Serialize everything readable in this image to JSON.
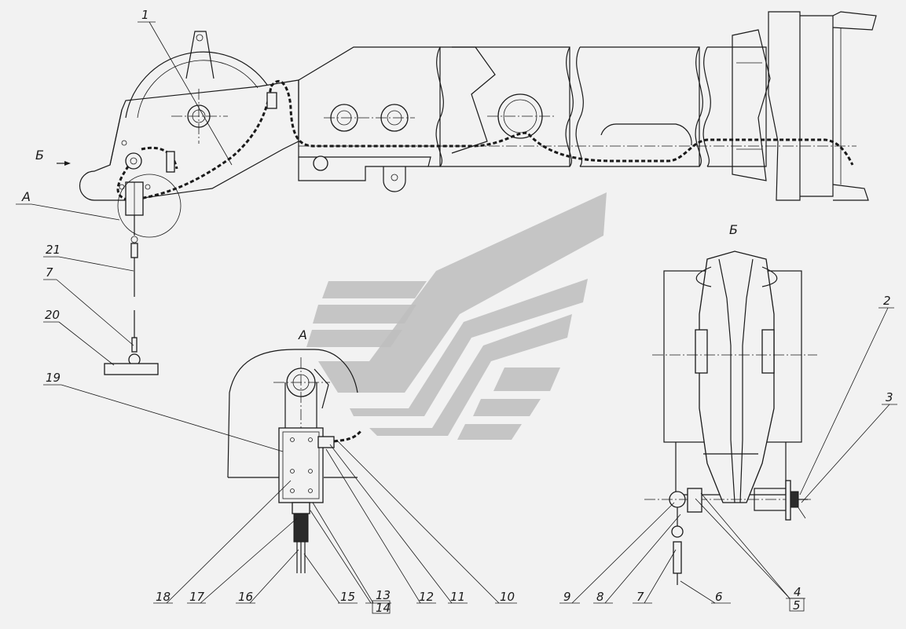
{
  "views": {
    "view_b_arrow": "Б",
    "view_a_callout": "А",
    "view_a_title": "А",
    "view_b_title": "Б"
  },
  "callouts": {
    "c1": "1",
    "c2": "2",
    "c3": "3",
    "c4": "4",
    "c5": "5",
    "c6": "6",
    "c7a": "7",
    "c7b": "7",
    "c8": "8",
    "c9": "9",
    "c10": "10",
    "c11": "11",
    "c12": "12",
    "c13": "13",
    "c14": "14",
    "c15": "15",
    "c16": "16",
    "c17": "17",
    "c18": "18",
    "c19": "19",
    "c20": "20",
    "c21": "21"
  },
  "watermark": {
    "icon": "chevron-logo-icon",
    "color": "#bdbdbd"
  },
  "colors": {
    "line": "#1a1a1a",
    "background": "#f2f2f2"
  }
}
